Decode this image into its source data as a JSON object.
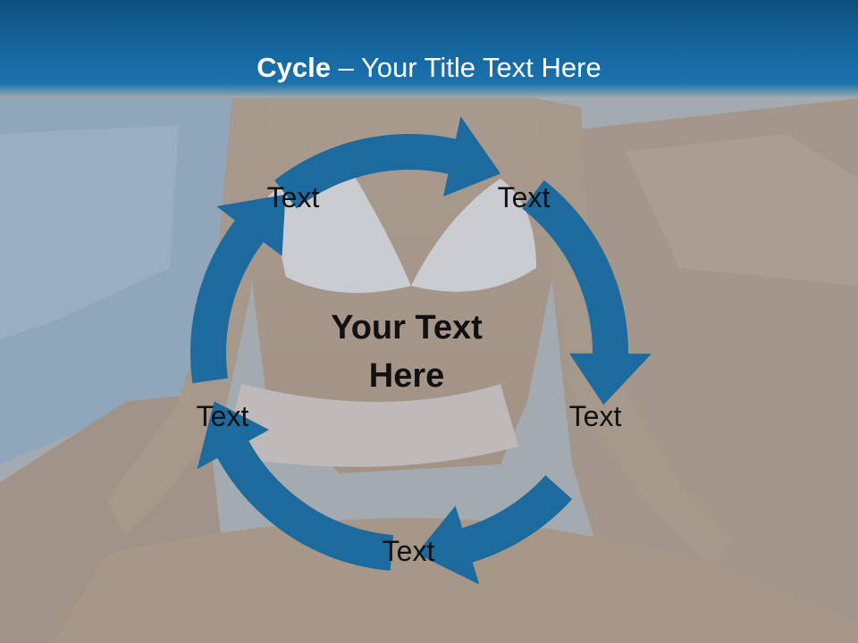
{
  "slide": {
    "title_bold": "Cycle",
    "title_rest": " – Your Title Text Here",
    "center_text": "Your Text Here",
    "nodes": [
      "Text",
      "Text",
      "Text",
      "Text",
      "Text"
    ]
  },
  "colors": {
    "title_bar": "#14659c",
    "arrow": "#1c6a9e",
    "background": "#9aa6b0"
  }
}
